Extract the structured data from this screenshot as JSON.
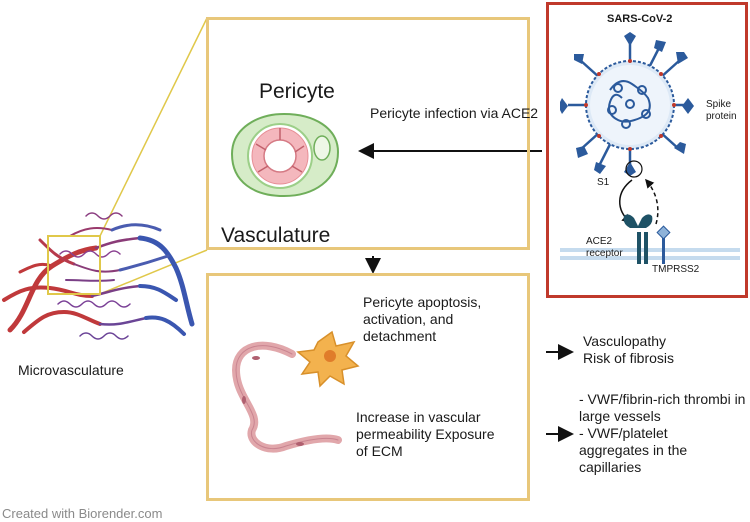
{
  "microvasculature": {
    "label": "Microvasculature"
  },
  "vascular_panel": {
    "pericyte_label": "Pericyte",
    "infection_label": "Pericyte infection via ACE2",
    "vasculature_label": "Vasculature"
  },
  "virus_panel": {
    "title": "SARS-CoV-2",
    "spike_label": "Spike protein",
    "s1_label": "S1",
    "ace2_label": "ACE2 receptor",
    "tmprss2_label": "TMPRSS2"
  },
  "effects_panel": {
    "apoptosis_label": "Pericyte apoptosis, activation, and detachment",
    "permeability_label": "Increase in vascular permeability Exposure of ECM"
  },
  "outcomes": {
    "vasculopathy": "Vasculopathy",
    "fibrosis": "Risk of fibrosis",
    "thrombi": "- VWF/fibrin-rich thrombi in large vessels",
    "aggregates": "- VWF/platelet aggregates in the capillaries"
  },
  "footer": {
    "credit": "Created with Biorender.com"
  },
  "colors": {
    "panel_border": "#e8c77a",
    "virus_border": "#c0392b",
    "zoom_lines": "#e0c84a",
    "artery": "#c0393b",
    "vein": "#3a56b0",
    "pericyte_green": "#b8d8a8",
    "endothelium_pink": "#e88e96",
    "virus_blue": "#2b5a9c"
  }
}
